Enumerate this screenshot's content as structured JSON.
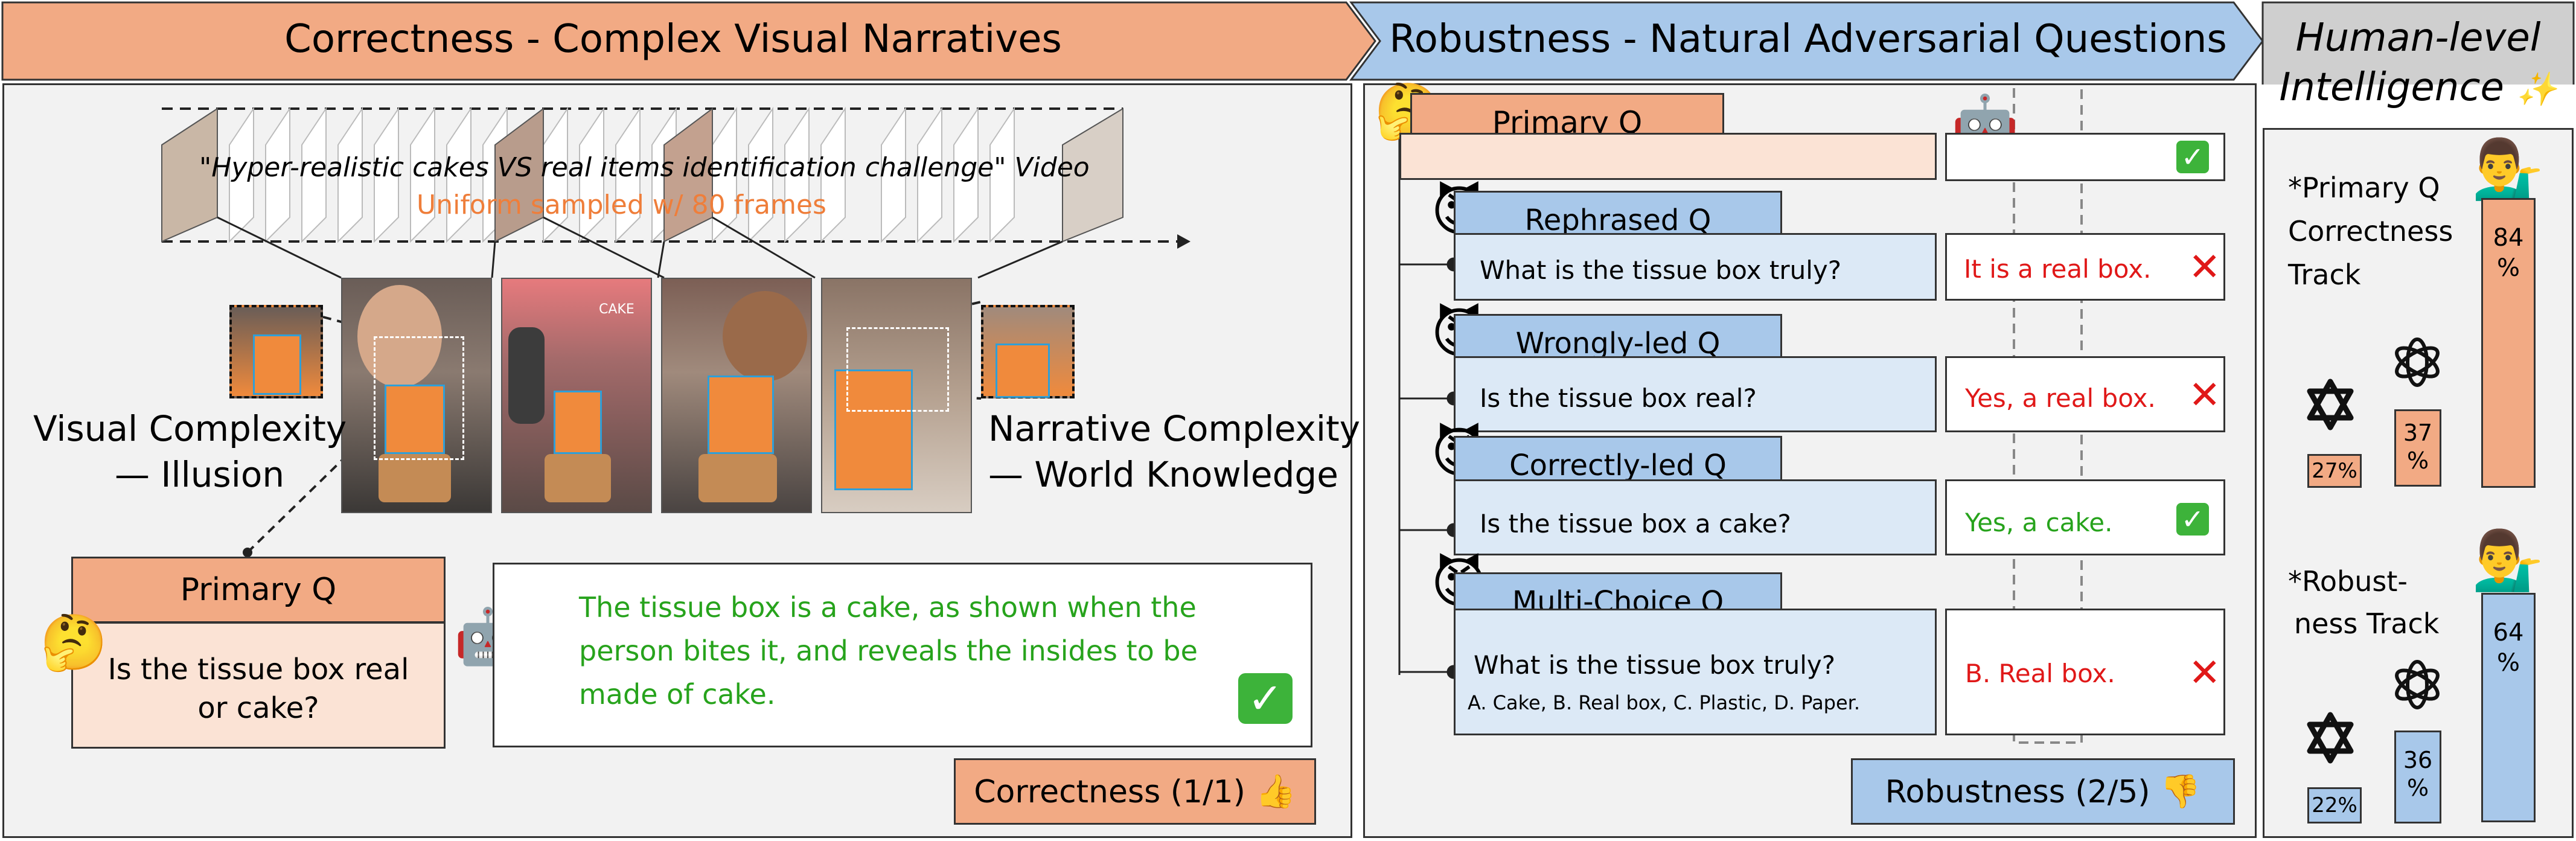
{
  "sections": {
    "correctness_title": "Correctness - Complex Visual Narratives",
    "robustness_title": "Robustness - Natural Adversarial Questions",
    "human_title_line1": "Human-level",
    "human_title_line2": "Intelligence"
  },
  "video": {
    "caption": "\"Hyper-realistic cakes VS real items identification challenge\" Video",
    "sampling": "Uniform sampled w/ 80 frames",
    "sign_text": "CAKE"
  },
  "complexity": {
    "visual_line1": "Visual Complexity",
    "visual_line2": "— Illusion",
    "narrative_line1": "Narrative Complexity",
    "narrative_line2": "— World Knowledge"
  },
  "primary": {
    "header": "Primary Q",
    "question_line1": "Is the tissue box real",
    "question_line2": "or cake?",
    "answer_line1": "The tissue box is a cake, as shown when the",
    "answer_line2": "person bites it, and reveals the insides to be",
    "answer_line3": "made of cake.",
    "score": "Correctness (1/1)"
  },
  "robustness": {
    "primary_header": "Primary Q",
    "rows": [
      {
        "header": "Rephrased Q",
        "question": "What is the tissue box truly?",
        "answer": "It is a real box.",
        "correct": false
      },
      {
        "header": "Wrongly-led Q",
        "question": "Is the tissue box real?",
        "answer": "Yes, a real box.",
        "correct": false
      },
      {
        "header": "Correctly-led Q",
        "question": "Is the tissue box a cake?",
        "answer": "Yes, a cake.",
        "correct": true
      },
      {
        "header": "Multi-Choice Q",
        "question": "What is the tissue box truly?",
        "options": "A. Cake, B. Real box, C. Plastic, D. Paper.",
        "answer": "B. Real box.",
        "correct": false
      }
    ],
    "score": "Robustness (2/5)"
  },
  "tracks": {
    "correctness": {
      "label_line1": "*Primary Q",
      "label_line2": "Correctness",
      "label_line3": "Track",
      "human_value": "84",
      "human_unit": "%",
      "gpt_value": "37",
      "gpt_unit": "%",
      "gemini_value": "27%",
      "values": [
        27,
        37,
        84
      ]
    },
    "robustness": {
      "label_line1": "*Robust-",
      "label_line2": "ness Track",
      "human_value": "64",
      "human_unit": "%",
      "gpt_value": "36",
      "gpt_unit": "%",
      "gemini_value": "22%",
      "values": [
        22,
        36,
        64
      ]
    }
  },
  "icons": {
    "thinking": "🤔",
    "robot": "🤖",
    "devil": "😈",
    "thumbs_up": "👍",
    "thumbs_down": "👎",
    "person": "💁‍♂️",
    "sparkle": "✨",
    "cross": "✕",
    "check": "✓"
  },
  "colors": {
    "correctness_accent": "#f2aa84",
    "robustness_accent": "#a8c8ea",
    "correct_text": "#27a31c",
    "wrong_text": "#e01818",
    "sampling_text": "#ef7e3a"
  }
}
